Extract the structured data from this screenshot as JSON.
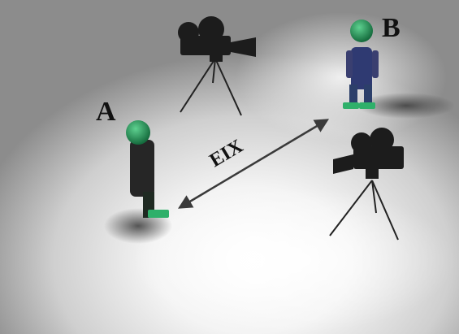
{
  "labels": {
    "figure_a": "A",
    "figure_b": "B",
    "distance": "EIX"
  },
  "colors": {
    "head": "#1f9a5a",
    "body_a": "#262626",
    "body_b": "#2f3a72",
    "feet": "#2fb06a",
    "camera": "#1c1c1c",
    "floor": "#9a9a9a",
    "light": "#ffffff",
    "arrow": "#3a3a3a"
  }
}
